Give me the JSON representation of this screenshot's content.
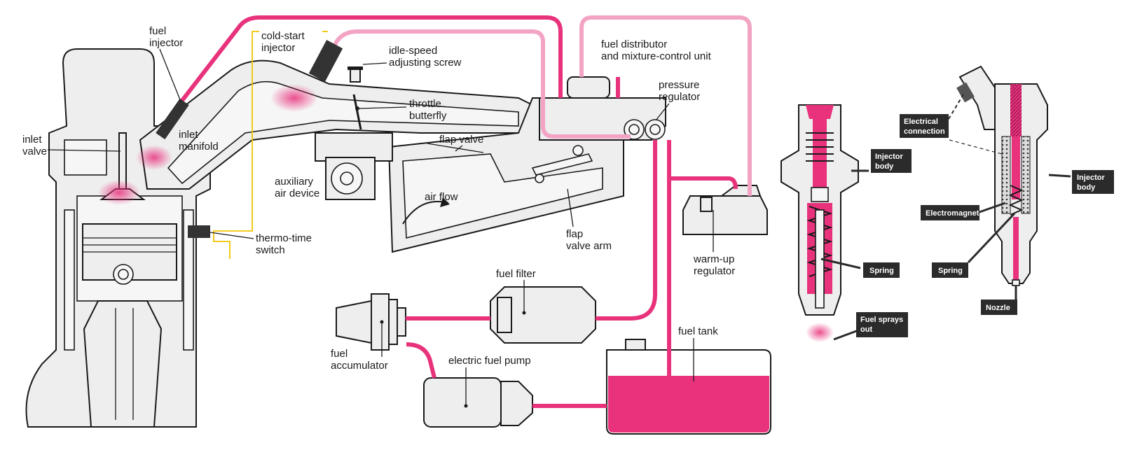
{
  "colors": {
    "fuel": "#e8327c",
    "fuel_light": "#f3a3c4",
    "wire": "#f2c500",
    "part": "#eeeeee",
    "outline": "#1a1a1a",
    "tag_bg": "#2b2b2b"
  },
  "main_labels": {
    "fuel_injector": [
      "fuel",
      "injector"
    ],
    "cold_start_injector": [
      "cold-start",
      "injector"
    ],
    "idle_speed_screw": [
      "idle-speed",
      "adjusting screw"
    ],
    "fuel_distributor": [
      "fuel distributor",
      "and mixture-control unit"
    ],
    "pressure_regulator": [
      "pressure",
      "regulator"
    ],
    "throttle_butterfly": [
      "throttle",
      "butterfly"
    ],
    "inlet_valve": [
      "inlet",
      "valve"
    ],
    "inlet_manifold": [
      "inlet",
      "manifold"
    ],
    "flap_valve": "flap valve",
    "auxiliary_air_device": [
      "auxiliary",
      "air device"
    ],
    "air_flow": "air flow",
    "thermo_time_switch": [
      "thermo-time",
      "switch"
    ],
    "flap_valve_arm": [
      "flap",
      "valve arm"
    ],
    "warm_up_regulator": [
      "warm-up",
      "regulator"
    ],
    "fuel_filter": "fuel filter",
    "fuel_tank": "fuel tank",
    "fuel_accumulator": [
      "fuel",
      "accumulator"
    ],
    "electric_fuel_pump": "electric fuel pump"
  },
  "injector_a_tags": {
    "injector_body": [
      "Injector",
      "body"
    ],
    "spring": "Spring",
    "fuel_sprays_out": [
      "Fuel sprays",
      "out"
    ]
  },
  "injector_b_tags": {
    "electrical_connection": [
      "Electrical",
      "connection"
    ],
    "injector_body": [
      "Injector",
      "body"
    ],
    "electromagnet": "Electromagnet",
    "spring": "Spring",
    "nozzle": "Nozzle"
  }
}
